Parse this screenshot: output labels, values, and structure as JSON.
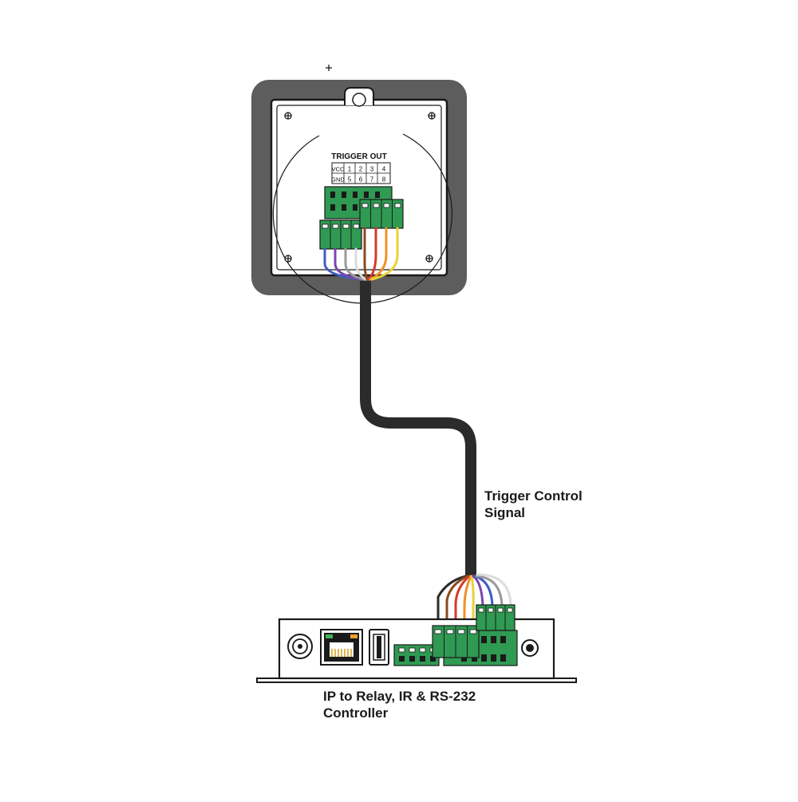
{
  "keypad": {
    "header": "TRIGGER OUT",
    "pin_rows": [
      [
        "VCC",
        "1",
        "2",
        "3",
        "4"
      ],
      [
        "GND",
        "5",
        "6",
        "7",
        "8"
      ]
    ]
  },
  "cable": {
    "label_line1": "Trigger Control",
    "label_line2": "Signal"
  },
  "controller": {
    "label_line1": "IP to Relay, IR & RS-232",
    "label_line2": "Controller"
  },
  "colors": {
    "bezel": "#5d5d5d",
    "cable": "#2b2b2b",
    "terminal_green": "#2f9a52",
    "wire_orange": "#f0902a",
    "wire_red": "#d63a2a",
    "wire_brown": "#8a4a1c",
    "wire_yellow": "#e8d23a",
    "wire_purple": "#7a46b0",
    "wire_blue": "#3e5cc4",
    "wire_gray": "#9a9a9a",
    "wire_white": "#f4f4f4"
  }
}
